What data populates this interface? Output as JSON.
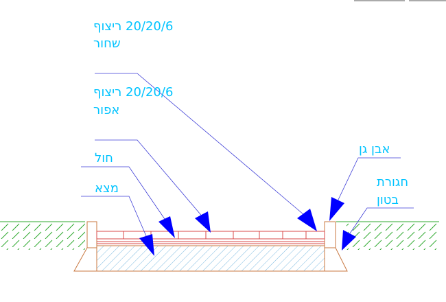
{
  "labels": {
    "black_paving": {
      "line1": "20/20/6 ריצוף",
      "line2": "שחור"
    },
    "gray_paving": {
      "line1": "20/20/6 ריצוף",
      "line2": "אפור"
    },
    "curb_stone": "אבן גן",
    "concrete_belt": {
      "line1": "חגורת",
      "line2": "בטון"
    },
    "sand": "חול",
    "subbase": "מצא"
  },
  "colors": {
    "text": "#00c3ff",
    "leader": "#3b3bd6",
    "arrow": "#0000ff",
    "ground": "#2ea82e",
    "paving": "#d94a4a",
    "structure": "#c8773f",
    "hatch": "#5aa8d8"
  },
  "icons": {
    "arrowhead": "filled-triangle-arrow-icon"
  }
}
